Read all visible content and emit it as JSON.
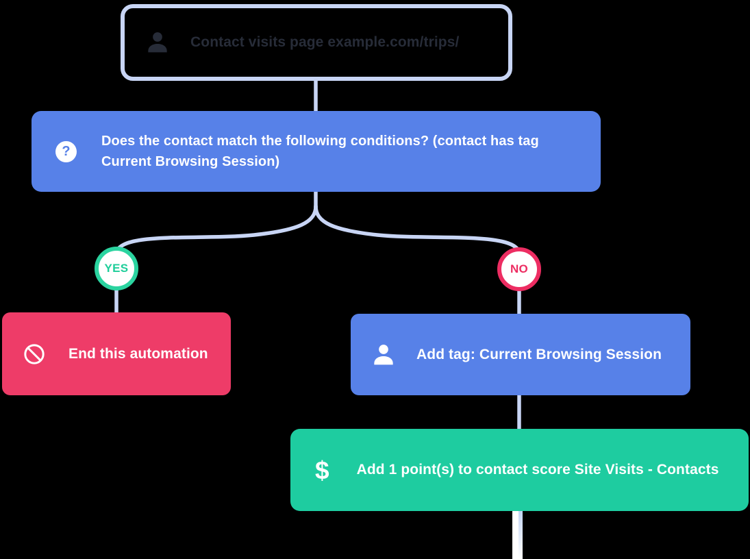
{
  "flow": {
    "trigger": {
      "icon": "person",
      "text": "Contact visits page example.com/trips/"
    },
    "condition": {
      "icon": "question-mark",
      "icon_glyph": "?",
      "text": "Does the contact match the following conditions? (contact has tag Current Browsing Session)"
    },
    "branches": {
      "yes_label": "YES",
      "no_label": "NO"
    },
    "end_action": {
      "icon": "no-entry",
      "text": "End this automation"
    },
    "add_tag_action": {
      "icon": "person",
      "text": "Add tag: Current Browsing Session"
    },
    "add_points_action": {
      "icon": "dollar",
      "icon_glyph": "$",
      "text": "Add 1 point(s) to contact score Site Visits - Contacts"
    }
  },
  "colors": {
    "background": "#000000",
    "connector": "#c8d5f5",
    "node_blue": "#5781e8",
    "node_pink": "#ee3c68",
    "node_green": "#1ecca0",
    "badge_yes_green": "#2bd4a0",
    "badge_no_pink": "#ed2d62",
    "trigger_border": "#c8d5f5",
    "trigger_text": "#272c38"
  }
}
